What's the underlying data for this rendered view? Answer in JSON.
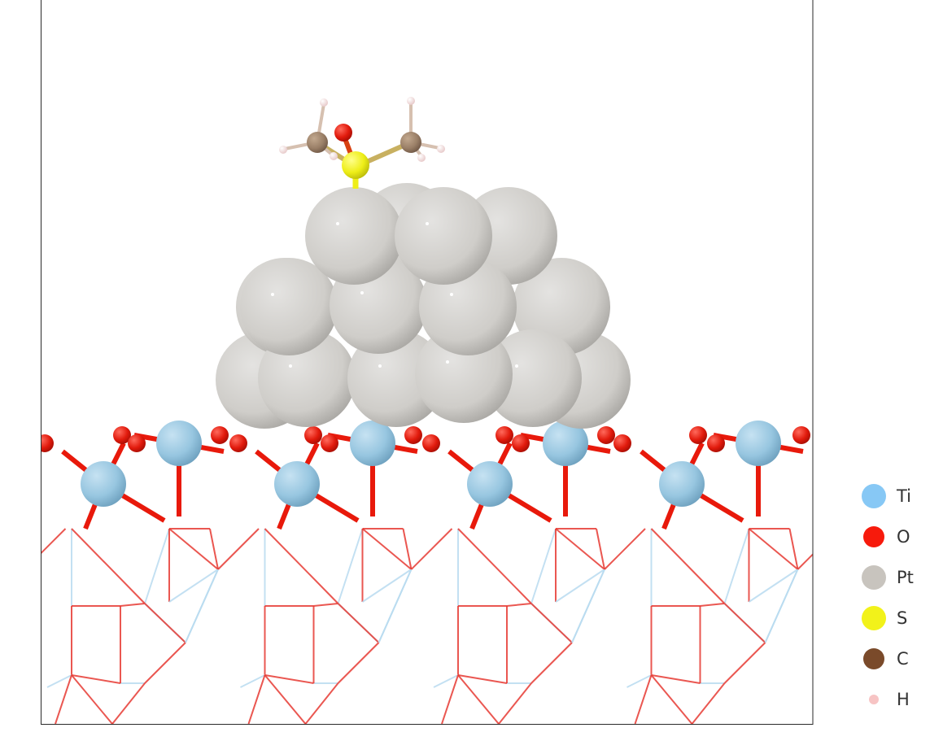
{
  "legend": {
    "items": [
      {
        "key": "ti",
        "label": "Ti",
        "color": "#87c8f5"
      },
      {
        "key": "o",
        "label": "O",
        "color": "#f71a0c"
      },
      {
        "key": "pt",
        "label": "Pt",
        "color": "#c8c4be"
      },
      {
        "key": "s",
        "label": "S",
        "color": "#f2f21a"
      },
      {
        "key": "c",
        "label": "C",
        "color": "#7a4a2a"
      },
      {
        "key": "h",
        "label": "H",
        "color": "#f7c4c4"
      }
    ]
  },
  "atom_colors": {
    "ti": "#9ccbe2",
    "o": "#e8190b",
    "pt": "#cfcdc9",
    "s": "#eeee18",
    "c": "#9b8068",
    "h": "#f2dcdc"
  }
}
